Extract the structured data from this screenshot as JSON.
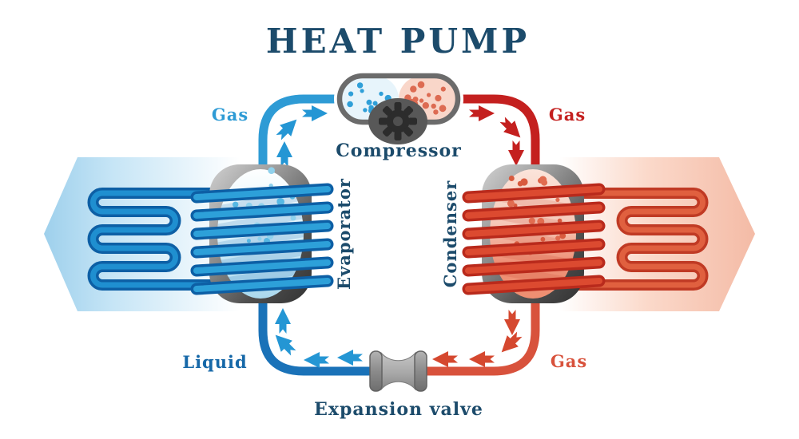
{
  "title": "HEAT PUMP",
  "components": {
    "compressor": {
      "label": "Compressor"
    },
    "evaporator": {
      "label": "Evaporator"
    },
    "condenser": {
      "label": "Condenser"
    },
    "expansion_valve": {
      "label": "Expansion valve"
    }
  },
  "flow_labels": {
    "gas_cold": "Gas",
    "gas_hot": "Gas",
    "gas_cooled": "Gas",
    "liquid": "Liquid"
  },
  "colors": {
    "label_navy": "#1c4b6b",
    "cold_gas_blue": "#2e9bd5",
    "liquid_blue": "#1668a8",
    "hot_gas_red": "#c4201f",
    "cooled_gas_red": "#d8523c"
  },
  "icons": {
    "compressor_gear": "gear-icon",
    "flow_arrow": "flow-arrow-icon"
  }
}
